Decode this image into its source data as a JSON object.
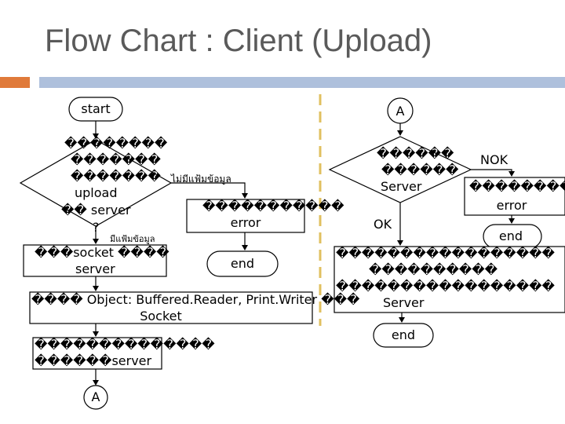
{
  "title": "Flow Chart : Client (Upload)",
  "left": {
    "start": "start",
    "decision_line1": "��������",
    "decision_line2": "�������",
    "decision_line3": "�������",
    "decision_thai": "ไม่มีแฟ้มข้อมูล",
    "decision_upload": "upload",
    "decision_server": "�� server",
    "decision_q": "?",
    "yes_thai": "มีแฟ้มข้อมูล",
    "socket_line1": "���socket ����",
    "socket_line2": "server",
    "error_box_text": "�����������",
    "error_label": "error",
    "end_label": "end",
    "object_line1": "���� Object: Buffered.Reader, Print.Writer ���",
    "object_line2": "Socket",
    "send_line1": "��������������",
    "send_line2": "������server",
    "connector_a": "A"
  },
  "right": {
    "connector_a": "A",
    "decision_line1": "������",
    "decision_line2": "������",
    "decision_server": "Server",
    "nok_label": "NOK",
    "ok_label": "OK",
    "error_box_line1": "��������",
    "error_box_line2": "error",
    "end_label_1": "end",
    "process_line1": "�����������������",
    "process_line2": "����������",
    "process_line3": "�����������������",
    "process_server": "Server",
    "end_label_2": "end"
  }
}
